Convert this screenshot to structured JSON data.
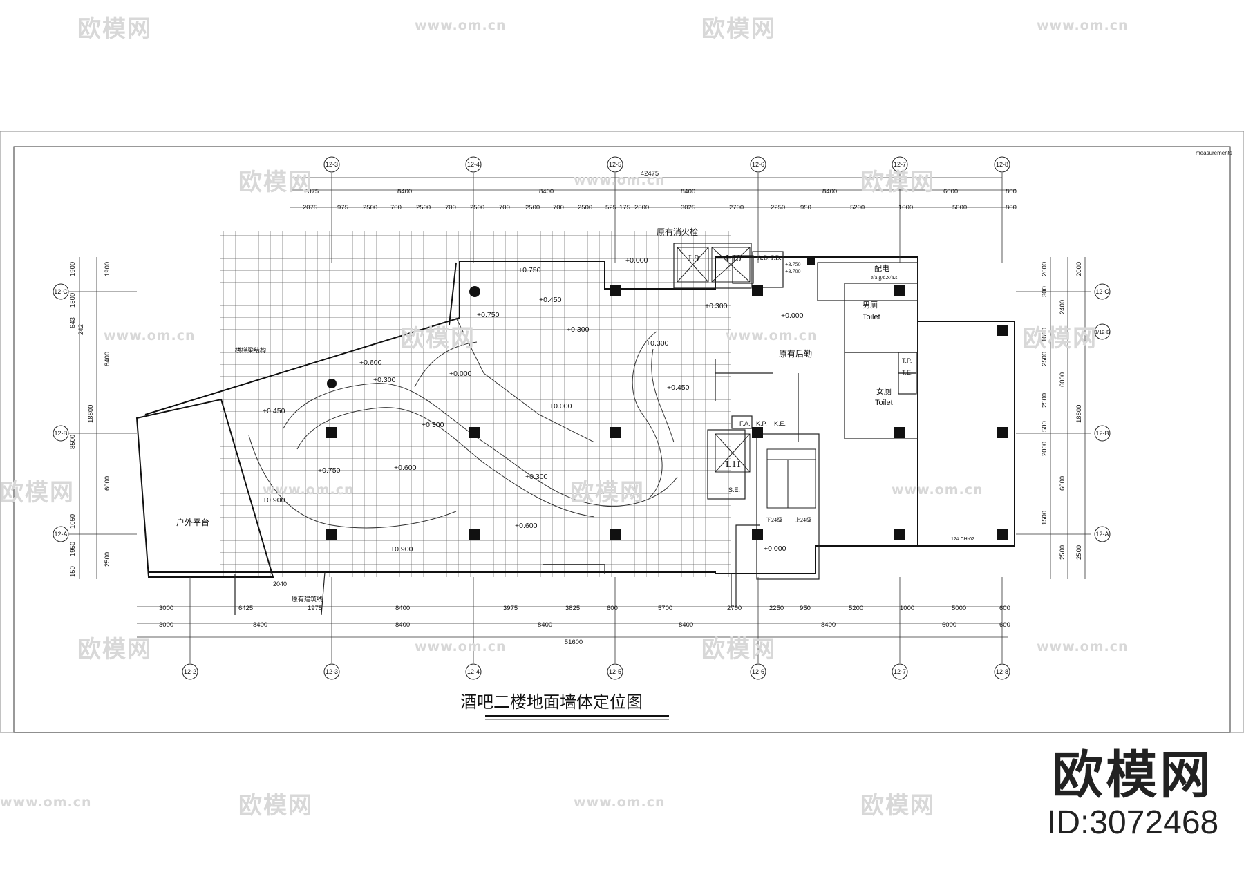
{
  "title": "酒吧二楼地面墙体定位图",
  "corner_note": "measurements",
  "grid_top": [
    "12-3",
    "12-4",
    "12-5",
    "12-6",
    "12-7",
    "12-8"
  ],
  "grid_bottom": [
    "12-2",
    "12-3",
    "12-4",
    "12-5",
    "12-6",
    "12-7",
    "12-8"
  ],
  "grid_left": [
    "12-C",
    "12-B",
    "12-A"
  ],
  "grid_right": [
    "12-C",
    "1/12-B",
    "12-B",
    "12-A"
  ],
  "dims": {
    "top_total": "42475",
    "top_row1": [
      "2075",
      "8400",
      "8400",
      "8400",
      "8400",
      "6000",
      "800"
    ],
    "top_row2": [
      "2075",
      "975",
      "2500",
      "700",
      "2500",
      "700",
      "2500",
      "700",
      "2500",
      "700",
      "2500",
      "525",
      "175",
      "2500",
      "3025",
      "2700",
      "2250",
      "950",
      "5200",
      "1000",
      "5000",
      "800"
    ],
    "bottom_row1": [
      "3000",
      "6425",
      "1975",
      "8400",
      "3975",
      "3825",
      "600",
      "5700",
      "2700",
      "2250",
      "950",
      "5200",
      "1000",
      "5000",
      "600"
    ],
    "bottom_row2": [
      "3000",
      "8400",
      "8400",
      "8400",
      "8400",
      "8400",
      "6000",
      "600"
    ],
    "bottom_total": "51600",
    "left_outer": [
      "1900",
      "1500",
      "643",
      "242",
      "8400",
      "18800",
      "8500",
      "6000",
      "1050",
      "1950",
      "150"
    ],
    "left_inner": [
      "1900",
      "8400",
      "6000",
      "2500"
    ],
    "right_inner": [
      "2000",
      "300",
      "2400",
      "1000",
      "2500",
      "6000",
      "2500",
      "500",
      "2000",
      "6000",
      "1500",
      "2500"
    ],
    "right_outer": [
      "2000",
      "18800",
      "2500"
    ]
  },
  "labels": {
    "fire_hydrant": "原有消火栓",
    "elev_l9": "L9",
    "elev_l10": "L10",
    "elev_l11": "L11",
    "adpd": "A.D.\nP.D.",
    "level_a": "+3.750",
    "level_b": "+3.700",
    "power": "配电",
    "power_sub": "e/a.g/d.x/a.s",
    "mens": "男厕",
    "toilet1": "Toilet",
    "womens": "女厕",
    "toilet2": "Toilet",
    "tp": "T.P.",
    "te": "T.E.",
    "kitchen": "原有后勤",
    "fakp": "F.A.",
    "kp": "K.P.",
    "ke": "K.E.",
    "se": "S.E.",
    "terrace": "户外平台",
    "structure": "楼梯梁结构",
    "existing_building": "原有建筑线",
    "stair_down": "下24级",
    "stair_up": "上24级",
    "hatch_note": "12# CH-02",
    "dim_2040": "2040"
  },
  "levels": [
    "+0.000",
    "+0.750",
    "+0.450",
    "+0.750",
    "+0.300",
    "+0.600",
    "+0.300",
    "+0.300",
    "+0.450",
    "+0.000",
    "+0.300",
    "+0.450",
    "+0.750",
    "+0.600",
    "+0.900",
    "+0.300",
    "+0.600",
    "+0.900",
    "+0.000",
    "+0.000",
    "+0.000",
    "+0.300"
  ],
  "watermark": {
    "brand": "欧模网",
    "url": "www.om.cn",
    "id": "ID:3072468"
  }
}
